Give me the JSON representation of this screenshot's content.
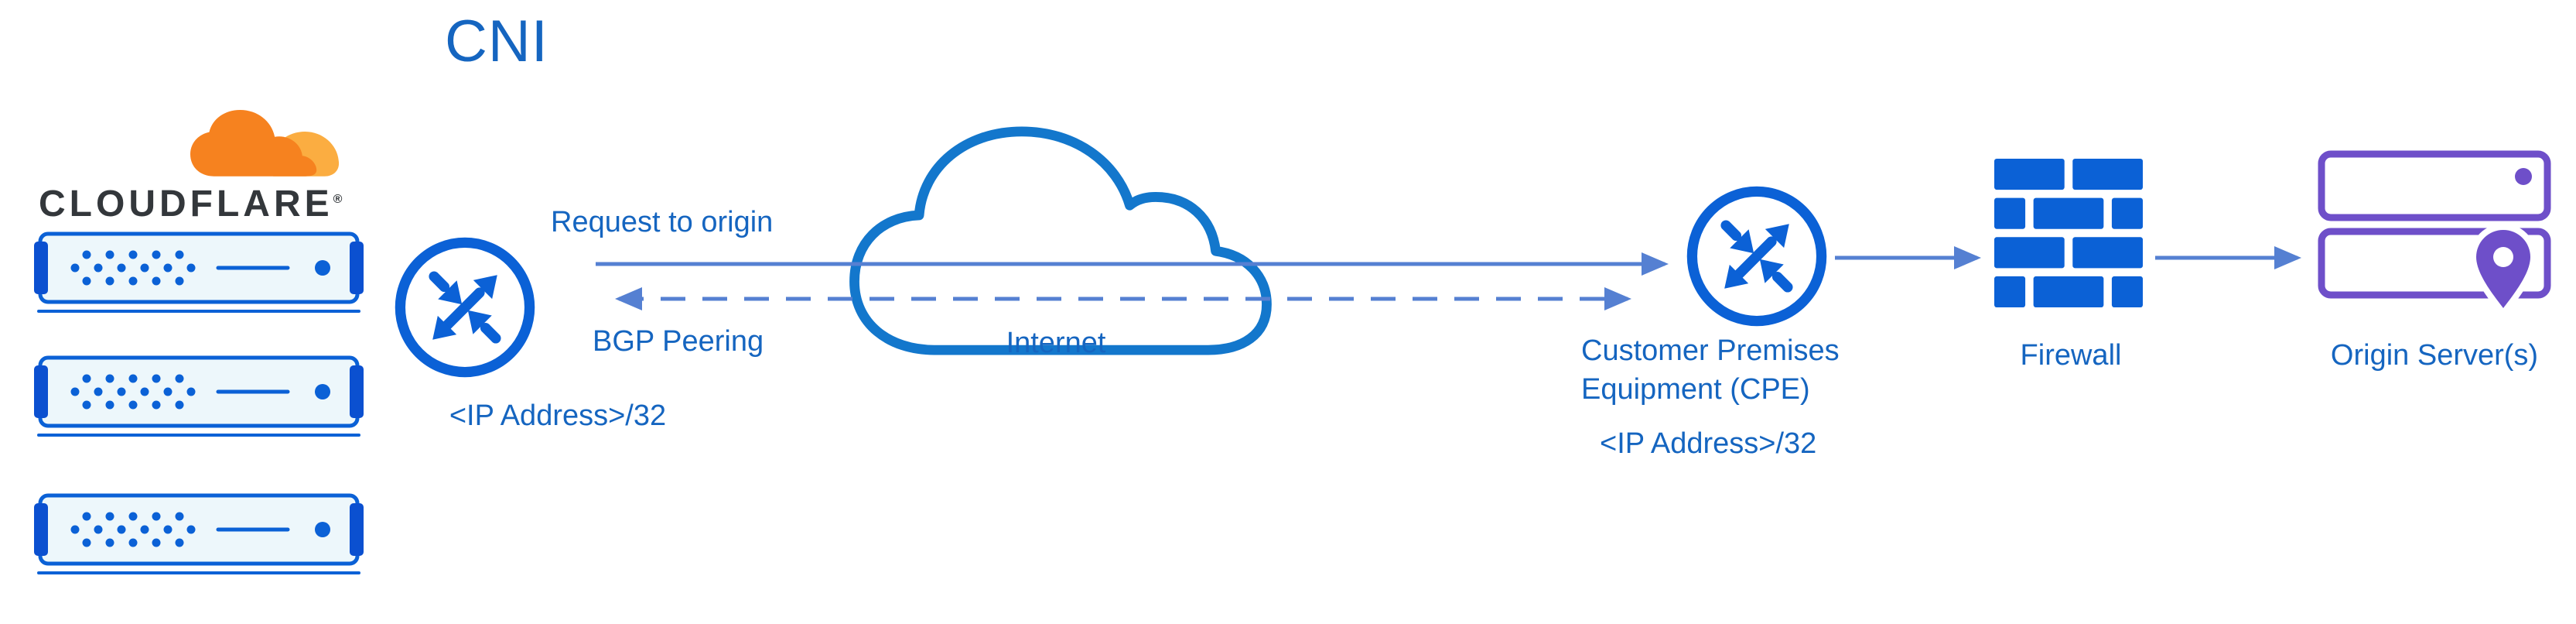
{
  "title": "CNI",
  "cloudflare": {
    "wordmark": "CLOUDFLARE",
    "registered": "®"
  },
  "edge_router": {
    "ip": "<IP Address>/32"
  },
  "links": {
    "request_label": "Request to origin",
    "request_style": "solid",
    "request_direction": "right",
    "bgp_label": "BGP Peering",
    "bgp_style": "dashed",
    "bgp_direction": "both"
  },
  "internet": {
    "label": "Internet"
  },
  "cpe": {
    "name": "Customer Premises Equipment (CPE)",
    "ip": "<IP Address>/32"
  },
  "firewall": {
    "label": "Firewall"
  },
  "origin": {
    "label": "Origin Server(s)"
  },
  "icons": {
    "cloudflare_cloud": "cloudflare-cloud-icon",
    "edge_server": "server-rack-icon",
    "edge_router": "router-icon",
    "internet_cloud": "cloud-outline-icon",
    "cpe_router": "router-icon",
    "firewall": "brick-wall-icon",
    "origin_server": "server-stack-icon",
    "location_pin": "map-pin-icon"
  },
  "colors": {
    "icon_blue": "#0B61D6",
    "text_blue": "#1565C0",
    "arrow_blue": "#5580D2",
    "cloud_blue": "#1377CC",
    "purple": "#6E4FC9",
    "orange": "#F6821F",
    "orange_light": "#FBAD41",
    "wordmark_dark": "#33373B",
    "server_fill": "#EDF7FB",
    "tab_blue": "#0B50D0"
  }
}
